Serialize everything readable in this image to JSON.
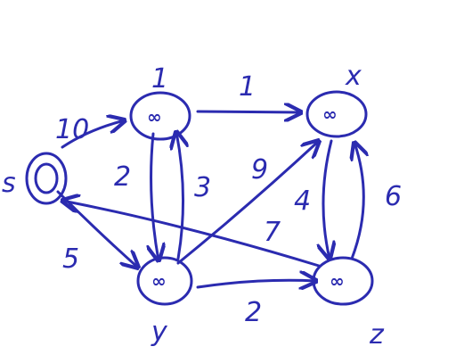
{
  "graph": {
    "nodes": [
      {
        "id": "s",
        "label": "s",
        "value": ""
      },
      {
        "id": "1",
        "label": "1",
        "value": "∞"
      },
      {
        "id": "x",
        "label": "x",
        "value": "∞"
      },
      {
        "id": "y",
        "label": "y",
        "value": "∞"
      },
      {
        "id": "z",
        "label": "z",
        "value": "∞"
      }
    ],
    "edges": [
      {
        "from": "s",
        "to": "1",
        "weight": "10"
      },
      {
        "from": "s",
        "to": "y",
        "weight": "5"
      },
      {
        "from": "1",
        "to": "x",
        "weight": "1"
      },
      {
        "from": "1",
        "to": "y",
        "weight": "2"
      },
      {
        "from": "y",
        "to": "1",
        "weight": "3"
      },
      {
        "from": "y",
        "to": "x",
        "weight": "9"
      },
      {
        "from": "x",
        "to": "z",
        "weight": "4"
      },
      {
        "from": "z",
        "to": "x",
        "weight": "6"
      },
      {
        "from": "y",
        "to": "z",
        "weight": "2"
      },
      {
        "from": "z",
        "to": "s",
        "weight": "7"
      }
    ]
  }
}
